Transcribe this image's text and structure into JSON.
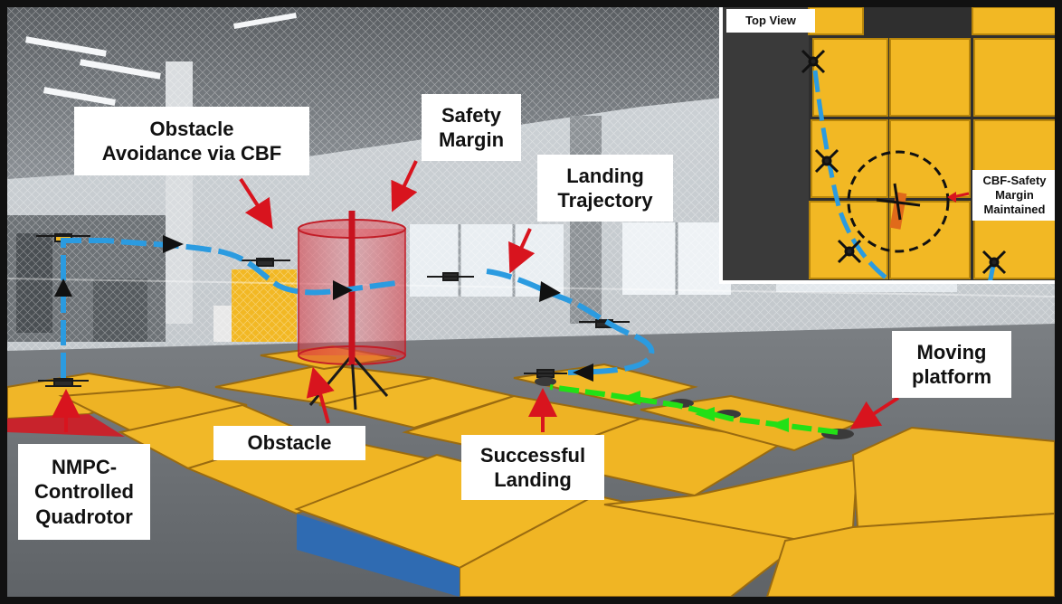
{
  "labels": {
    "obstacle_avoidance": "Obstacle\nAvoidance via CBF",
    "safety_margin": "Safety\nMargin",
    "landing_trajectory": "Landing\nTrajectory",
    "obstacle": "Obstacle",
    "successful_landing": "Successful\nLanding",
    "moving_platform": "Moving\nplatform",
    "nmpc_quadrotor": "NMPC-\nControlled\nQuadrotor"
  },
  "inset": {
    "title": "Top View",
    "cbf_note": "CBF-Safety\nMargin\nMaintained"
  },
  "colors": {
    "trajectory_blue": "#2b9be0",
    "platform_path_green": "#22e016",
    "annotation_arrow_red": "#d8141e",
    "direction_arrow_black": "#111111",
    "mat_yellow": "#f2b824",
    "safety_cylinder": "#e0242e"
  }
}
